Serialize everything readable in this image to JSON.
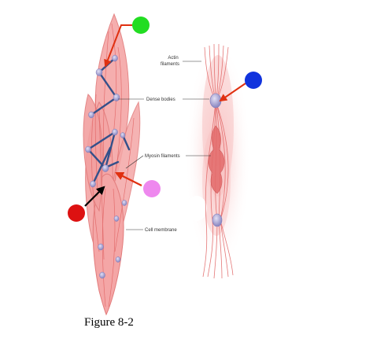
{
  "labels": {
    "actin_line1": "Actin",
    "actin_line2": "filaments",
    "dense_bodies": "Dense bodies",
    "myosin_filaments": "Myosin filaments",
    "cell_membrane": "Cell membrane"
  },
  "caption": "Figure 8-2",
  "markers": [
    {
      "name": "green",
      "color": "#22dd22"
    },
    {
      "name": "blue",
      "color": "#1133dd"
    },
    {
      "name": "pink",
      "color": "#ee88ee"
    },
    {
      "name": "red",
      "color": "#dd1111"
    }
  ],
  "colors": {
    "cell_fill": "#f4a6a6",
    "cell_stroke": "#e27b7b",
    "filament": "#e06060",
    "dense_body": "#a9a7d4",
    "myosin_bar": "#34508a",
    "pointer_red": "#e03010",
    "pointer_black": "#000000"
  }
}
